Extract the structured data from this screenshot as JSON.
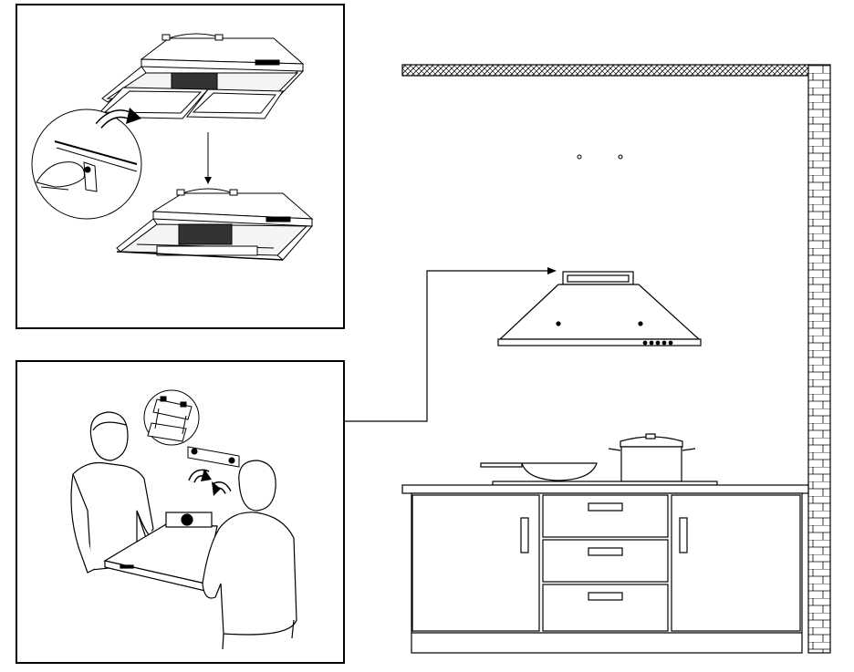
{
  "colors": {
    "line": "#000000",
    "background": "#ffffff",
    "light_fill": "#f2f2f2",
    "hatch_fill": "#e6e6e6"
  },
  "icons": {
    "rotate_arrow": "curved-arrow-icon",
    "down_arrow": "down-arrow-icon"
  },
  "panels": {
    "top": {
      "content": "filter-removal-steps"
    },
    "bottom": {
      "content": "two-person-hood-lifting"
    }
  },
  "scene": {
    "content": "hood-installation-above-cooktop"
  }
}
